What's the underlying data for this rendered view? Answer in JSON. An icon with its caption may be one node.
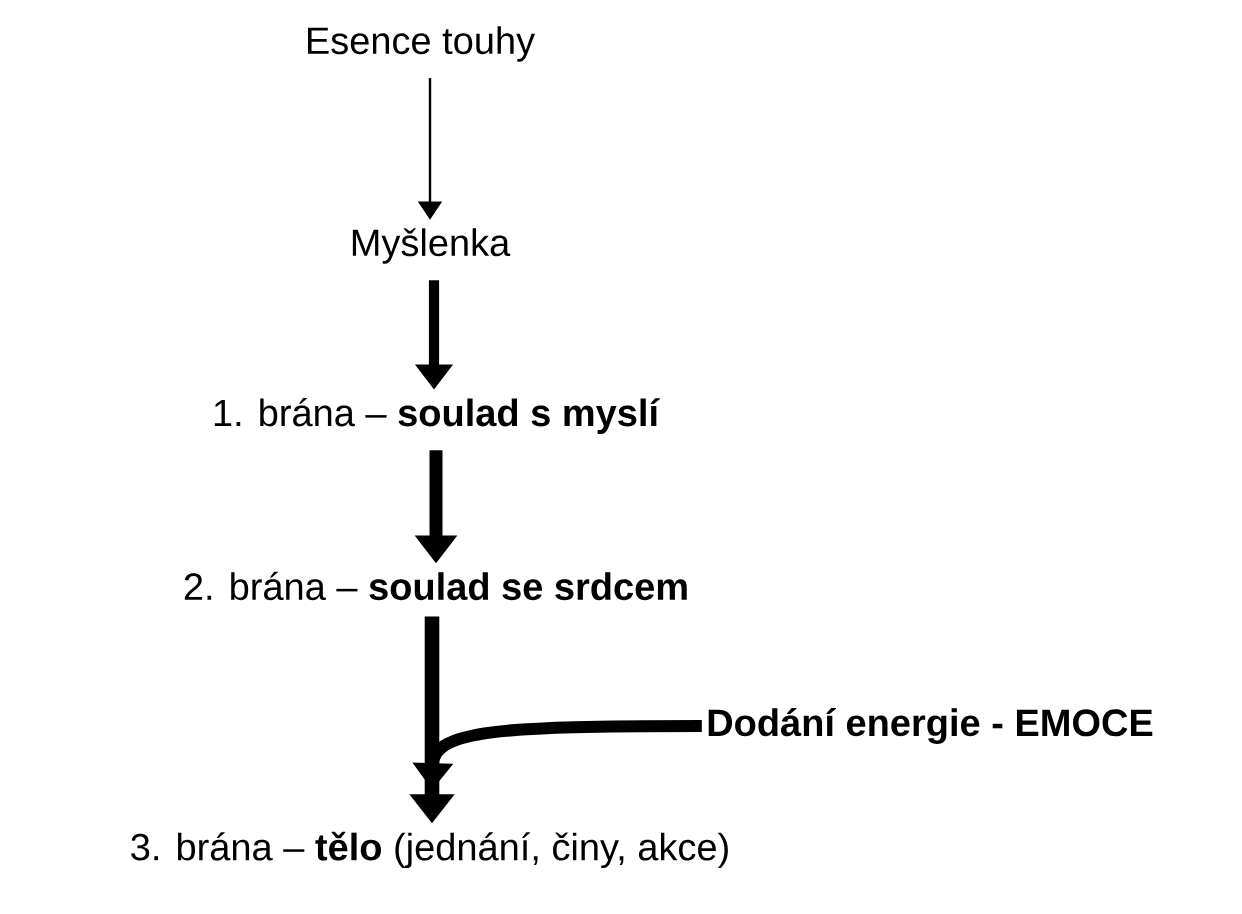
{
  "diagram": {
    "nodes": [
      {
        "text": [
          "Esence touhy"
        ]
      },
      {
        "text": [
          "Myšlenka"
        ]
      },
      {
        "text": [
          "1. brána – **soulad s myslí**"
        ]
      },
      {
        "text": [
          "2. brána – **soulad se srdcem**"
        ]
      },
      {
        "text": [
          "3. brána – **tělo** (jednání, činy, akce)"
        ]
      },
      {
        "text": [
          "Dodání energie - EMOCE"
        ]
      }
    ],
    "edges": [
      {
        "from": 0,
        "to": 1,
        "arrow": "to"
      },
      {
        "from": 1,
        "to": 2,
        "arrow": "to"
      },
      {
        "from": 2,
        "to": 3,
        "arrow": "to"
      },
      {
        "from": 3,
        "to": 4,
        "arrow": "to"
      },
      {
        "from": 5,
        "to": null,
        "arrow": "to"
      }
    ]
  }
}
